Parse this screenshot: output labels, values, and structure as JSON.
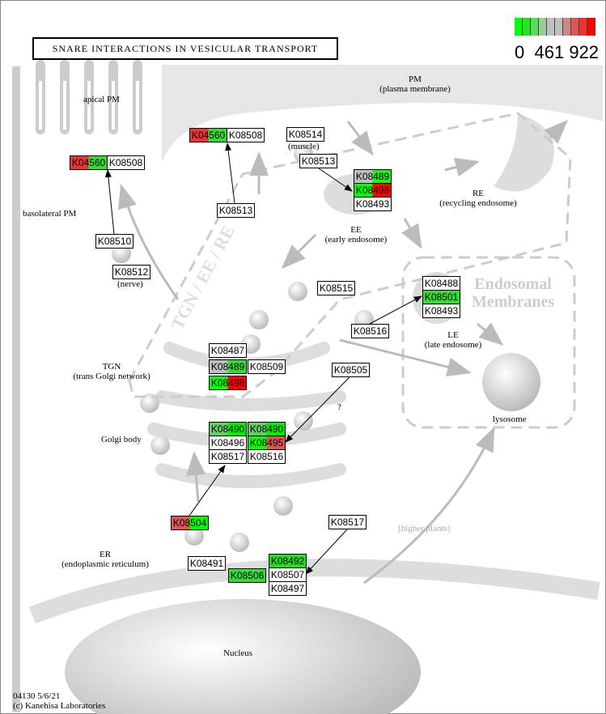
{
  "title": "SNARE INTERACTIONS IN VESICULAR TRANSPORT",
  "legend": {
    "colors": [
      "#00ff00",
      "#22e622",
      "#55dd55",
      "#99cc99",
      "#bfbfbf",
      "#bfbfbf",
      "#cc8888",
      "#dd5555",
      "#ee3333",
      "#ff0000"
    ],
    "labels": [
      "0",
      "461",
      "922"
    ]
  },
  "labels": {
    "apical_pm": "apical PM",
    "basolateral_pm": "basolateral PM",
    "pm": "PM",
    "pm_full": "(plasma membrane)",
    "re": "RE",
    "re_full": "(recycling endosome)",
    "ee": "EE",
    "ee_full": "(early endosome)",
    "le": "LE",
    "le_full": "(late endosome)",
    "tgn": "TGN",
    "tgn_full": "(trans Golgi network)",
    "golgi": "Golgi body",
    "er": "ER",
    "er_full": "(endoplasmic reticulum)",
    "nucleus": "Nucleus",
    "lysosome": "lysosome",
    "muscle": "(muscle)",
    "nerve": "(nerve)",
    "endosomal": "Endosomal",
    "membranes": "Membranes",
    "tgn_ee_re": "TGN / EE / RE",
    "higher_plants": "[higher plants]",
    "question": "?",
    "map_id": "04130 5/6/21",
    "copyright": "(c) Kanehisa Laboratories"
  },
  "genes": [
    {
      "id": "K04560",
      "left": "#ee3333",
      "right": "#33dd33"
    },
    {
      "id": "K08508",
      "left": "#ffffff",
      "right": "#ffffff"
    },
    {
      "id": "K04560",
      "left": "#ee3333",
      "right": "#33dd33"
    },
    {
      "id": "K08508",
      "left": "#ffffff",
      "right": "#ffffff"
    },
    {
      "id": "K08514",
      "left": "#ffffff",
      "right": "#ffffff"
    },
    {
      "id": "K08513",
      "left": "#ffffff",
      "right": "#ffffff"
    },
    {
      "id": "K08489",
      "left": "#bfbfbf",
      "right": "#22ee22"
    },
    {
      "id": "K08498",
      "left": "#00ff00",
      "right": "#ff0000"
    },
    {
      "id": "K08493",
      "left": "#ffffff",
      "right": "#ffffff"
    },
    {
      "id": "K08513",
      "left": "#ffffff",
      "right": "#ffffff"
    },
    {
      "id": "K08510",
      "left": "#ffffff",
      "right": "#ffffff"
    },
    {
      "id": "K08512",
      "left": "#ffffff",
      "right": "#ffffff"
    },
    {
      "id": "K08515",
      "left": "#ffffff",
      "right": "#ffffff"
    },
    {
      "id": "K08488",
      "left": "#ffffff",
      "right": "#ffffff"
    },
    {
      "id": "K08501",
      "left": "#33dd33",
      "right": "#33dd33"
    },
    {
      "id": "K08493",
      "left": "#ffffff",
      "right": "#ffffff"
    },
    {
      "id": "K08516",
      "left": "#ffffff",
      "right": "#ffffff"
    },
    {
      "id": "K08487",
      "left": "#ffffff",
      "right": "#ffffff"
    },
    {
      "id": "K08489",
      "left": "#bfbfbf",
      "right": "#33dd33"
    },
    {
      "id": "K08509",
      "left": "#ffffff",
      "right": "#ffffff"
    },
    {
      "id": "K08498",
      "left": "#00ff00",
      "right": "#ff0000"
    },
    {
      "id": "K08505",
      "left": "#ffffff",
      "right": "#ffffff"
    },
    {
      "id": "K08490",
      "left": "#66cc66",
      "right": "#00ee00"
    },
    {
      "id": "K08496",
      "left": "#ffffff",
      "right": "#ffffff"
    },
    {
      "id": "K08517",
      "left": "#ffffff",
      "right": "#ffffff"
    },
    {
      "id": "K08490",
      "left": "#66cc66",
      "right": "#00ee00"
    },
    {
      "id": "K08495",
      "left": "#00ff00",
      "right": "#dd5555"
    },
    {
      "id": "K08516",
      "left": "#ffffff",
      "right": "#ffffff"
    },
    {
      "id": "K08504",
      "left": "#dd5555",
      "right": "#00ff00"
    },
    {
      "id": "K08517",
      "left": "#ffffff",
      "right": "#ffffff"
    },
    {
      "id": "K08491",
      "left": "#ffffff",
      "right": "#ffffff"
    },
    {
      "id": "K08506",
      "left": "#33dd33",
      "right": "#33dd33"
    },
    {
      "id": "K08492",
      "left": "#22dd22",
      "right": "#22dd22"
    },
    {
      "id": "K08507",
      "left": "#ffffff",
      "right": "#ffffff"
    },
    {
      "id": "K08497",
      "left": "#ffffff",
      "right": "#ffffff"
    }
  ]
}
